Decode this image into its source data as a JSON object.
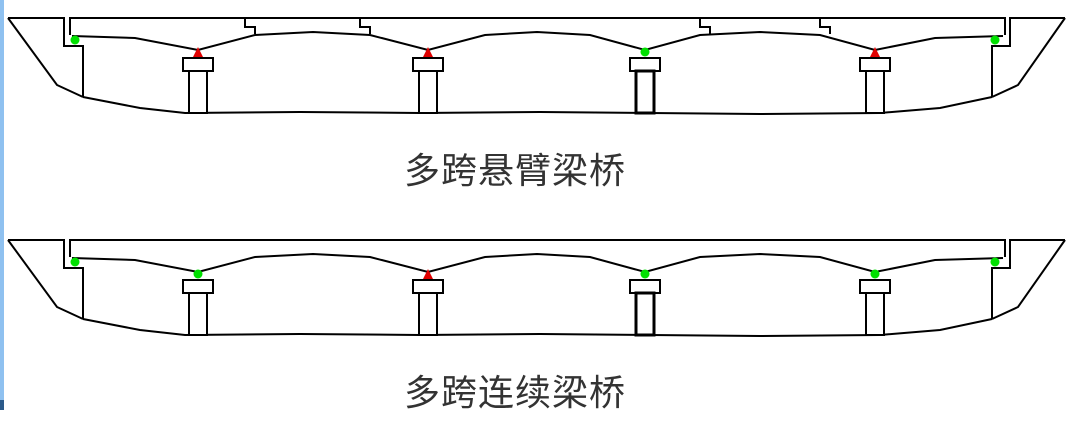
{
  "colors": {
    "fixed_bearing": "#e00000",
    "movable_bearing": "#00e000",
    "line": "#000000",
    "edge": "#8fc1f0"
  },
  "diagrams": [
    {
      "caption": "多跨悬臂梁桥",
      "bearings": [
        "movable",
        "fixed",
        "fixed",
        "movable",
        "fixed",
        "movable"
      ],
      "hinges": true
    },
    {
      "caption": "多跨连续梁桥",
      "bearings": [
        "movable",
        "movable",
        "fixed",
        "movable",
        "movable",
        "movable"
      ],
      "hinges": false
    }
  ]
}
